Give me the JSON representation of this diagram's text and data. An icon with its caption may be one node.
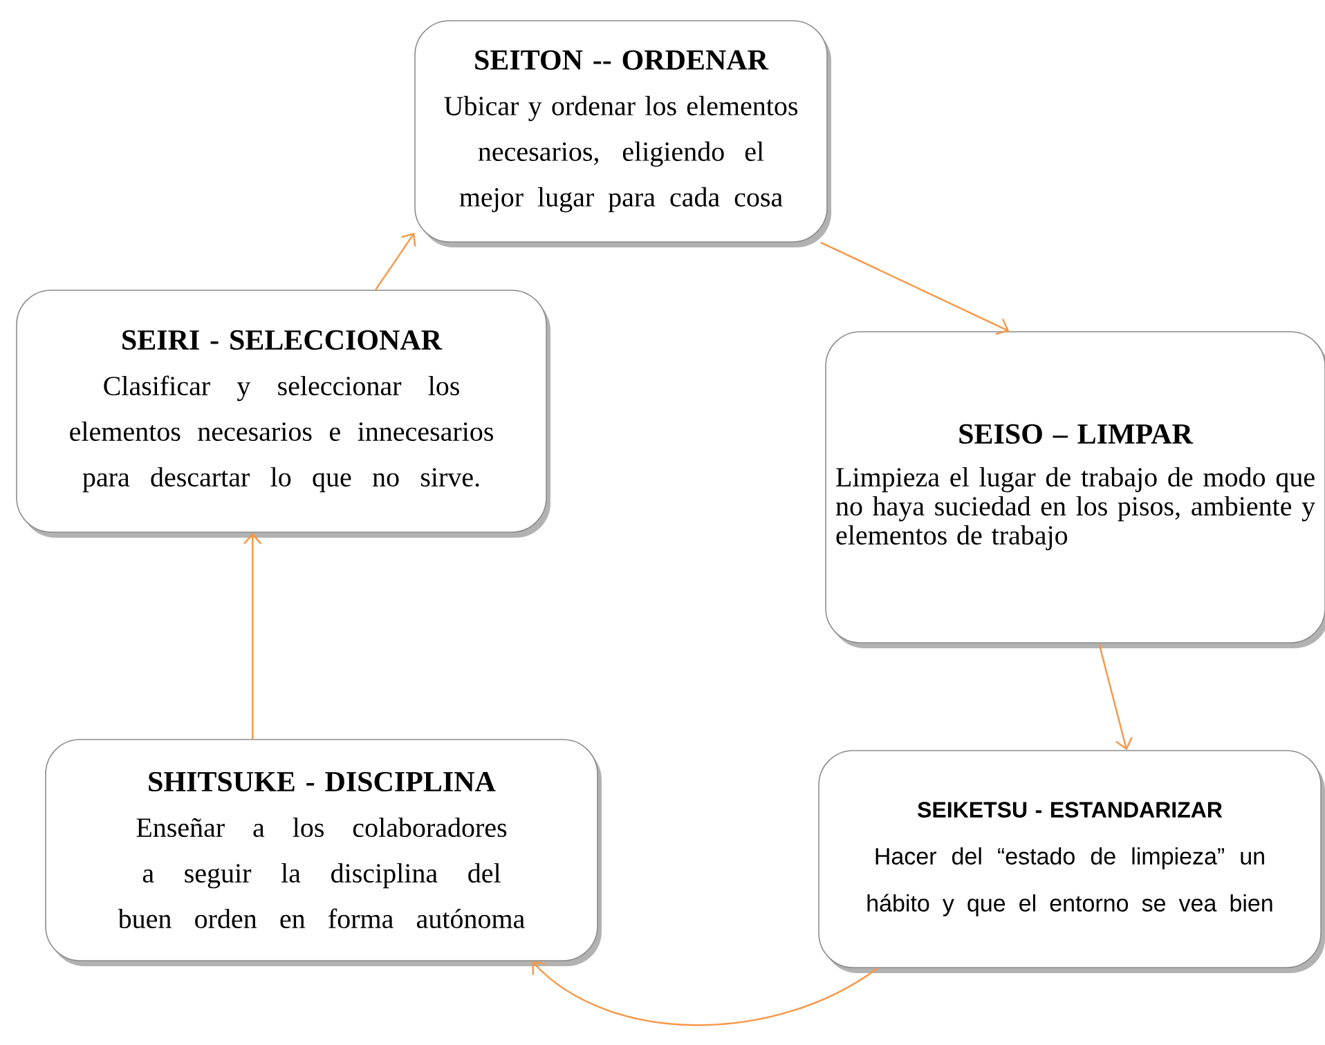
{
  "diagram": {
    "nodes": [
      {
        "text": [
          "SEITON -- ORDENAR",
          "Ubicar y ordenar los elementos necesarios, eligiendo el mejor lugar para cada cosa"
        ]
      },
      {
        "text": [
          "SEISO – LIMPAR",
          "Limpieza el lugar de trabajo de modo que no haya suciedad en los pisos, ambiente y elementos de trabajo"
        ]
      },
      {
        "text": [
          "SEIKETSU - ESTANDARIZAR",
          "Hacer del “estado de limpieza” un hábito y que el entorno se vea bien"
        ]
      },
      {
        "text": [
          "SHITSUKE  - DISCIPLINA",
          "Enseñar a los  colaboradores a seguir la disciplina del buen orden en forma autónoma"
        ]
      },
      {
        "text": [
          "SEIRI - SELECCIONAR",
          "Clasificar y seleccionar los elementos necesarios e innecesarios para descartar lo que no sirve."
        ]
      }
    ],
    "edges": [
      {
        "from": 4,
        "to": 0,
        "arrow": "to"
      },
      {
        "from": 0,
        "to": 1,
        "arrow": "to"
      },
      {
        "from": 1,
        "to": 2,
        "arrow": "to"
      },
      {
        "from": 2,
        "to": 3,
        "arrow": "to"
      },
      {
        "from": 3,
        "to": 4,
        "arrow": "to"
      }
    ]
  }
}
